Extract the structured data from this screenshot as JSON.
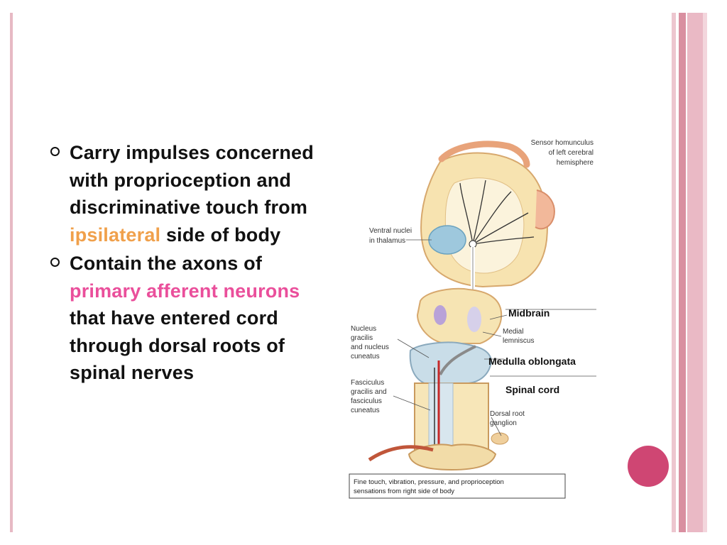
{
  "bullets": {
    "b1": {
      "pre": "Carry impulses concerned with proprioception and discriminative touch from ",
      "highlight": "ipsilateral",
      "post": " side of body"
    },
    "b2": {
      "pre": "Contain the axons of ",
      "highlight": "primary afferent neurons",
      "post": " that have entered cord through dorsal roots of spinal nerves"
    }
  },
  "figure": {
    "homunculus_label_1": "Sensor homunculus",
    "homunculus_label_2": "of left cerebral",
    "homunculus_label_3": "hemisphere",
    "thalamus_label_1": "Ventral nuclei",
    "thalamus_label_2": "in thalamus",
    "midbrain": "Midbrain",
    "medial_lemniscus_1": "Medial",
    "medial_lemniscus_2": "lemniscus",
    "nucleus_1": "Nucleus",
    "nucleus_2": "gracilis",
    "nucleus_3": "and nucleus",
    "nucleus_4": "cuneatus",
    "medulla": "Medulla oblongata",
    "fasciculus_1": "Fasciculus",
    "fasciculus_2": "gracilis and",
    "fasciculus_3": "fasciculus",
    "fasciculus_4": "cuneatus",
    "spinal_cord": "Spinal cord",
    "dorsal_root_1": "Dorsal root",
    "dorsal_root_2": "ganglion",
    "caption_1": "Fine touch, vibration, pressure, and proprioception",
    "caption_2": "sensations from right side of body"
  },
  "colors": {
    "accent_orange": "#f0a04b",
    "accent_pink": "#ea4f9b",
    "deco_circle": "#cf4673"
  }
}
